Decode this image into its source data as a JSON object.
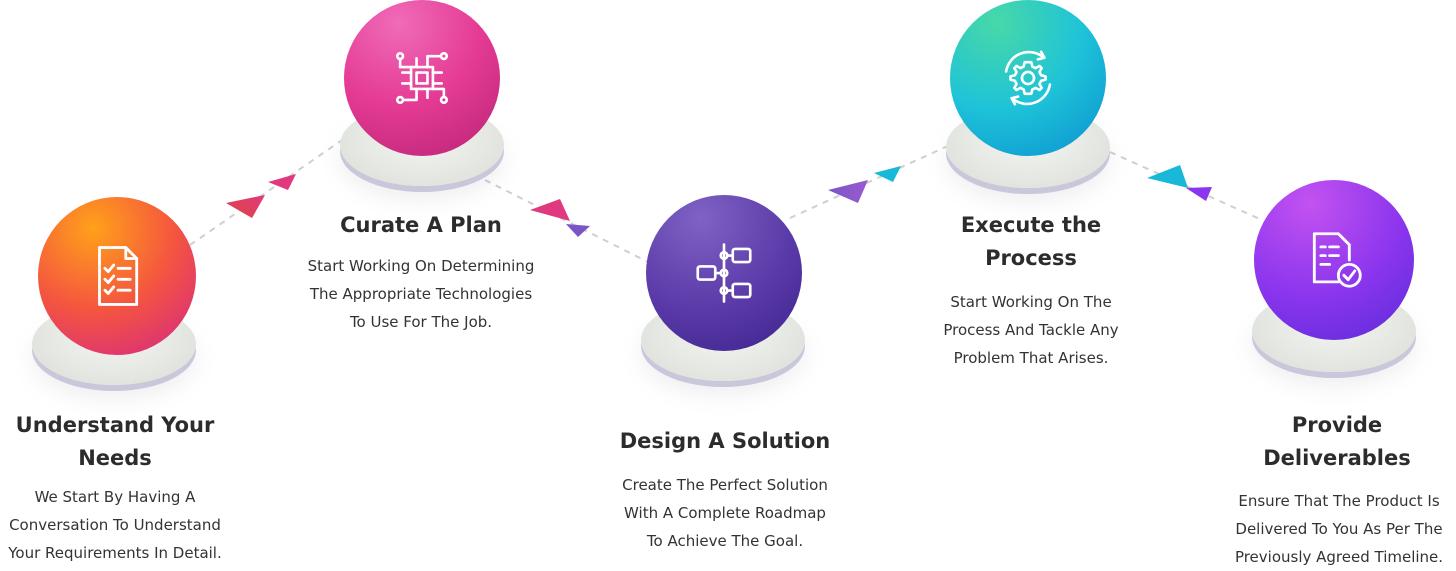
{
  "colors": {
    "step1": [
      "#ffa11a",
      "#f4553f",
      "#d2258a"
    ],
    "step2": [
      "#f06bb8",
      "#e43a93",
      "#b82374"
    ],
    "step3": [
      "#7f62c4",
      "#5a3aa8",
      "#3c228a"
    ],
    "step4": [
      "#48d8a8",
      "#1ec3d8",
      "#0a8fd0"
    ],
    "step5": [
      "#c352f0",
      "#8a35ee",
      "#5a2bd6"
    ],
    "arrow_pink": "#e0397f",
    "arrow_purple": "#7a56c4",
    "arrow_cyan": "#19b8d8",
    "arrow_red": "#e0443f"
  },
  "steps": [
    {
      "icon": "checklist-document-icon",
      "title_line1": "Understand Your",
      "title_line2": "Needs",
      "desc": [
        "We Start By Having A",
        "Conversation To Understand",
        "Your Requirements In Detail."
      ]
    },
    {
      "icon": "circuit-chip-icon",
      "title_line1": "Curate A Plan",
      "title_line2": "",
      "desc": [
        "Start Working On Determining",
        "The Appropriate Technologies",
        "To Use For The Job."
      ]
    },
    {
      "icon": "flowchart-icon",
      "title_line1": "Design A Solution",
      "title_line2": "",
      "desc": [
        "Create The Perfect Solution",
        "With A Complete Roadmap",
        "To Achieve The Goal."
      ]
    },
    {
      "icon": "gear-cycle-icon",
      "title_line1": "Execute the",
      "title_line2": "Process",
      "desc": [
        "Start Working On The",
        "Process And Tackle Any",
        "Problem That Arises."
      ]
    },
    {
      "icon": "verified-document-icon",
      "title_line1": "Provide",
      "title_line2": "Deliverables",
      "desc": [
        "Ensure That The Product Is",
        "Delivered To You As Per The",
        "Previously Agreed Timeline."
      ]
    }
  ]
}
